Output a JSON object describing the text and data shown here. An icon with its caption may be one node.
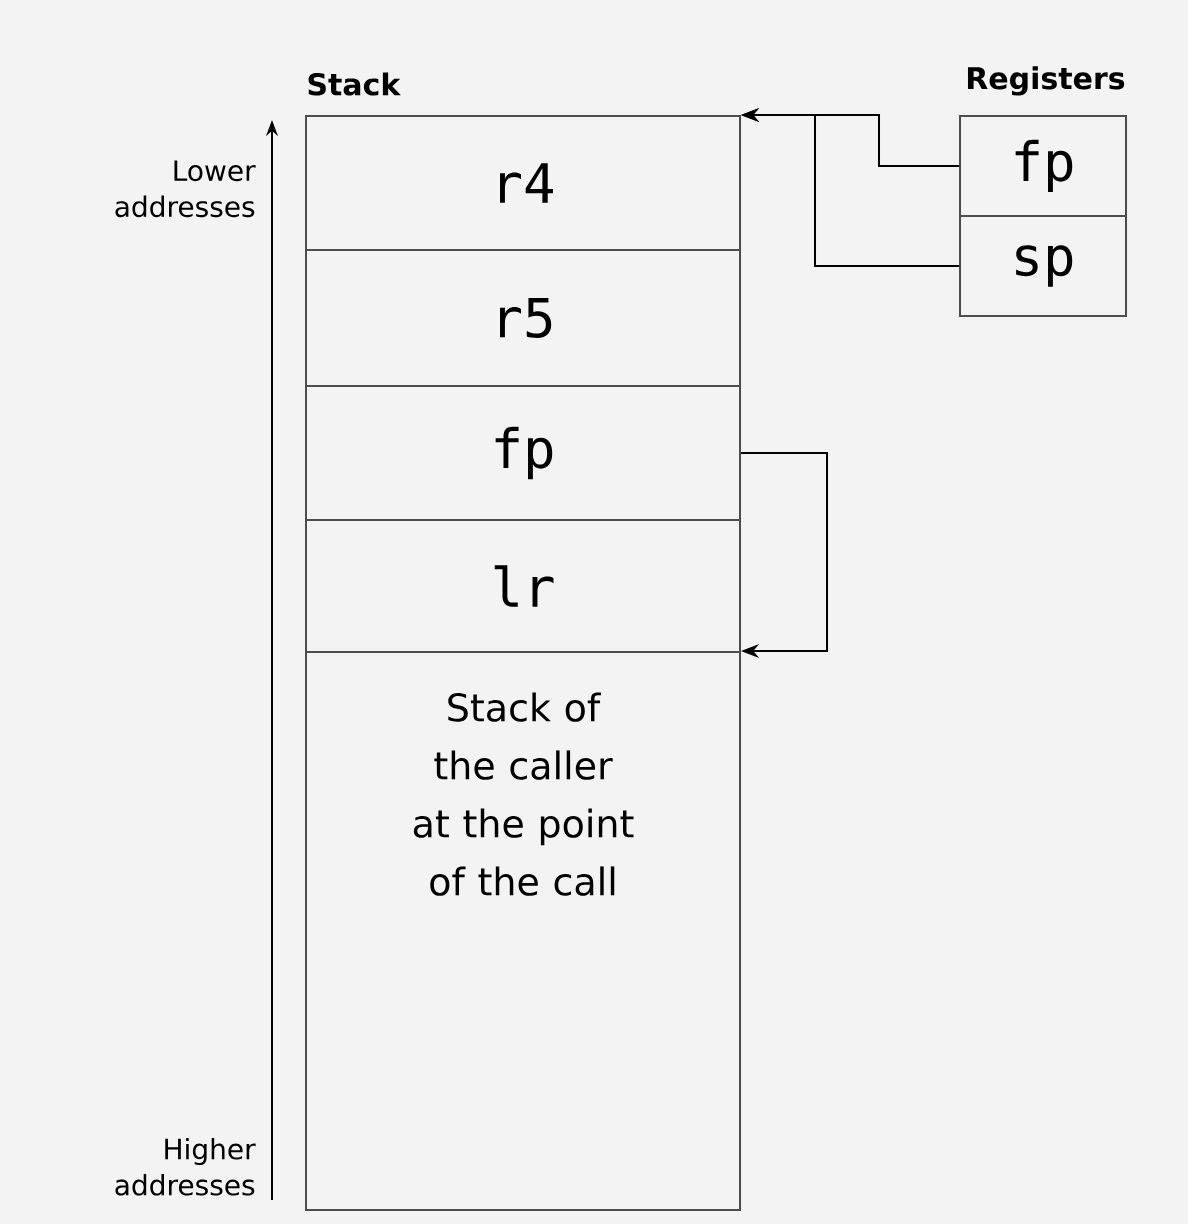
{
  "diagram": {
    "nodes": [
      {
        "text": [
          "Stack"
        ]
      },
      {
        "text": [
          "r4"
        ],
        "in": 0
      },
      {
        "text": [
          "r5"
        ],
        "in": 0
      },
      {
        "text": [
          "fp"
        ],
        "in": 0
      },
      {
        "text": [
          "lr"
        ],
        "in": 0
      },
      {
        "text": [
          "Stack of the caller at the point of the call"
        ],
        "in": 0
      },
      {
        "text": [
          "Registers"
        ]
      },
      {
        "text": [
          "fp"
        ],
        "in": 6
      },
      {
        "text": [
          "sp"
        ],
        "in": 6
      }
    ],
    "edges": [
      {
        "from": 7,
        "to": 1,
        "arrow": "to"
      },
      {
        "from": 8,
        "to": 1,
        "arrow": "to"
      },
      {
        "from": 3,
        "to": 5,
        "arrow": "to"
      }
    ],
    "labels": [
      "Lower addresses",
      "Higher addresses"
    ]
  }
}
